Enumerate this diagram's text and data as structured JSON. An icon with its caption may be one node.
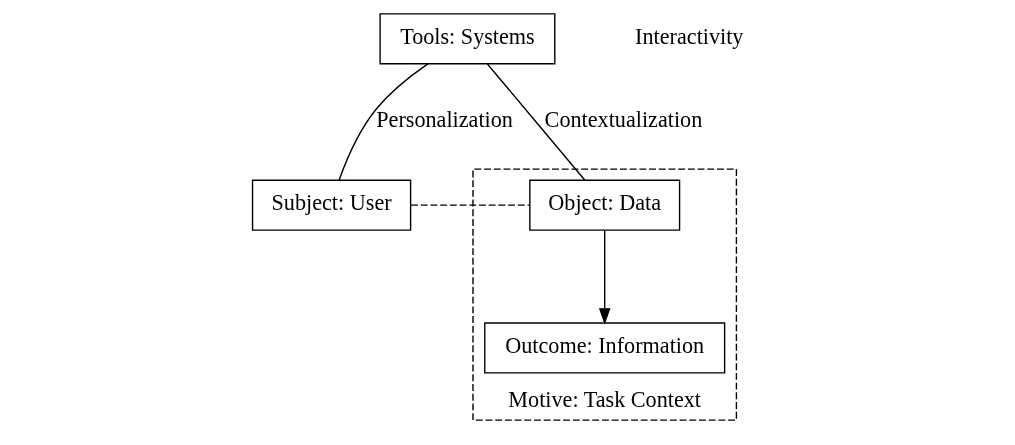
{
  "diagram": {
    "nodes": [
      {
        "text": [
          "Tools: Systems"
        ]
      },
      {
        "text": [
          "Subject: User"
        ]
      },
      {
        "text": [
          "Motive: Task Context"
        ]
      },
      {
        "text": [
          "Object: Data"
        ],
        "in": 2
      },
      {
        "text": [
          "Outcome: Information"
        ],
        "in": 2
      }
    ],
    "edges": [
      {
        "from": 0,
        "to": 1,
        "arrow": "none",
        "label": "Personalization"
      },
      {
        "from": 0,
        "to": 3,
        "arrow": "none",
        "label": "Contextualization"
      },
      {
        "from": 1,
        "to": 3,
        "arrow": "none",
        "style": "dashed"
      },
      {
        "from": 3,
        "to": 4,
        "arrow": "to"
      }
    ],
    "labels": [
      "Interactivity"
    ]
  }
}
